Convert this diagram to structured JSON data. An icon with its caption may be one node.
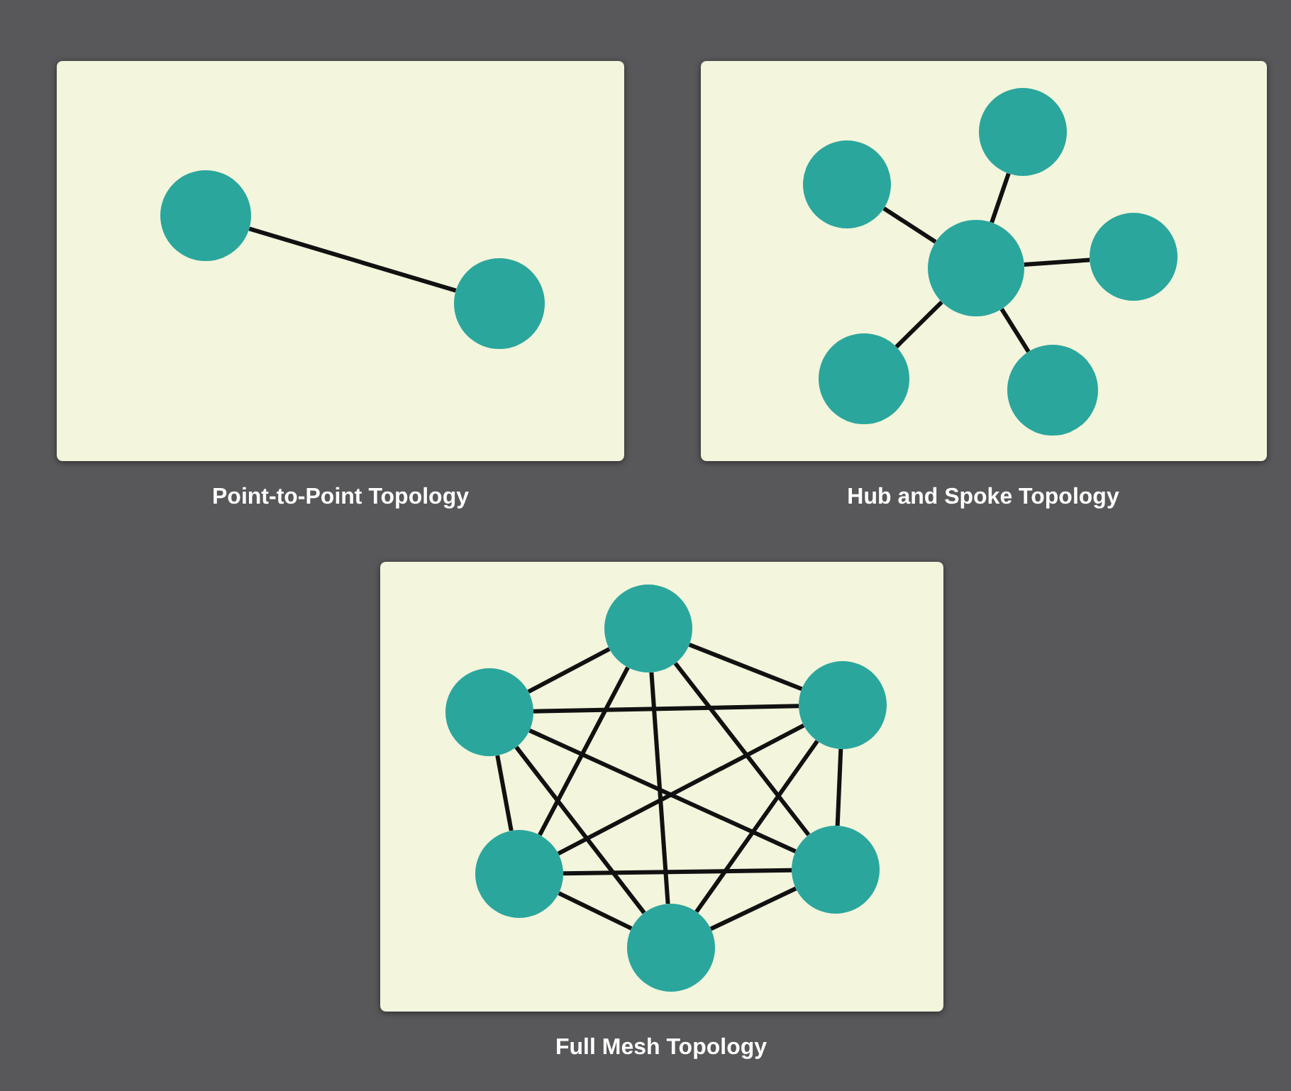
{
  "diagram": {
    "nodes": [
      {
        "text": [
          "Point-to-Point Topology"
        ]
      },
      {
        "text": [],
        "shape": "circle",
        "in": 0
      },
      {
        "text": [],
        "shape": "circle",
        "in": 0
      },
      {
        "text": [
          "Hub and Spoke Topology"
        ]
      },
      {
        "text": [],
        "shape": "circle",
        "in": 3
      },
      {
        "text": [],
        "shape": "circle",
        "in": 3
      },
      {
        "text": [],
        "shape": "circle",
        "in": 3
      },
      {
        "text": [],
        "shape": "circle",
        "in": 3
      },
      {
        "text": [],
        "shape": "circle",
        "in": 3
      },
      {
        "text": [],
        "shape": "circle",
        "in": 3
      },
      {
        "text": [
          "Full Mesh Topology"
        ]
      },
      {
        "text": [],
        "shape": "circle",
        "in": 10
      },
      {
        "text": [],
        "shape": "circle",
        "in": 10
      },
      {
        "text": [],
        "shape": "circle",
        "in": 10
      },
      {
        "text": [],
        "shape": "circle",
        "in": 10
      },
      {
        "text": [],
        "shape": "circle",
        "in": 10
      },
      {
        "text": [],
        "shape": "circle",
        "in": 10
      }
    ],
    "edges": [
      {
        "from": 1,
        "to": 2,
        "arrow": "none"
      },
      {
        "from": 6,
        "to": 4,
        "arrow": "none"
      },
      {
        "from": 6,
        "to": 5,
        "arrow": "none"
      },
      {
        "from": 6,
        "to": 7,
        "arrow": "none"
      },
      {
        "from": 6,
        "to": 8,
        "arrow": "none"
      },
      {
        "from": 6,
        "to": 9,
        "arrow": "none"
      },
      {
        "from": 11,
        "to": 12,
        "arrow": "none"
      },
      {
        "from": 11,
        "to": 13,
        "arrow": "none"
      },
      {
        "from": 11,
        "to": 14,
        "arrow": "none"
      },
      {
        "from": 11,
        "to": 15,
        "arrow": "none"
      },
      {
        "from": 11,
        "to": 16,
        "arrow": "none"
      },
      {
        "from": 12,
        "to": 13,
        "arrow": "none"
      },
      {
        "from": 12,
        "to": 14,
        "arrow": "none"
      },
      {
        "from": 12,
        "to": 15,
        "arrow": "none"
      },
      {
        "from": 12,
        "to": 16,
        "arrow": "none"
      },
      {
        "from": 13,
        "to": 14,
        "arrow": "none"
      },
      {
        "from": 13,
        "to": 15,
        "arrow": "none"
      },
      {
        "from": 13,
        "to": 16,
        "arrow": "none"
      },
      {
        "from": 14,
        "to": 15,
        "arrow": "none"
      },
      {
        "from": 14,
        "to": 16,
        "arrow": "none"
      },
      {
        "from": 15,
        "to": 16,
        "arrow": "none"
      }
    ]
  }
}
